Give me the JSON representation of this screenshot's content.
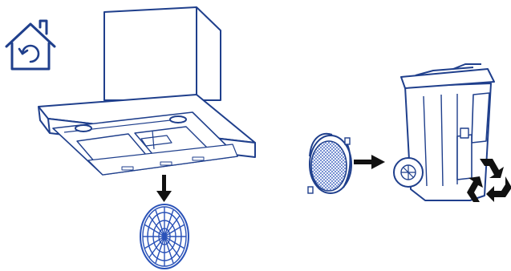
{
  "figure": {
    "icons": {
      "home": "home-refresh-icon",
      "hood": "range-hood-illustration",
      "grease_filter": "round-grease-filter",
      "carbon_filter": "round-carbon-filter",
      "bin": "wheeled-waste-bin-illustration",
      "recycle": "recycle-icon",
      "arrow_down": "arrow-down-icon",
      "arrow_right": "arrow-right-icon"
    },
    "colors": {
      "line": "#1f3f8c",
      "accent": "#2a52b8",
      "arrow": "#111111",
      "recycle": "#111111",
      "background": "#ffffff"
    }
  }
}
